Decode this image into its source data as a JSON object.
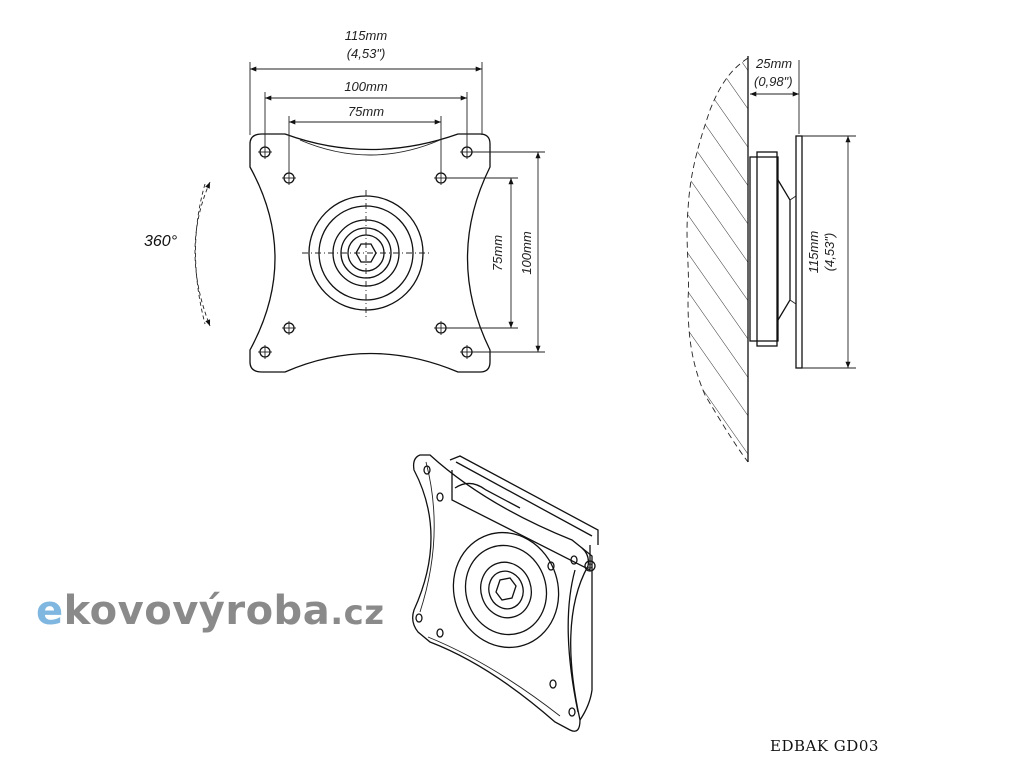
{
  "front_view": {
    "dim_width_outer": "115mm",
    "dim_width_outer_inch": "(4,53\")",
    "dim_width_mid": "100mm",
    "dim_width_inner": "75mm",
    "dim_height_inner": "75mm",
    "dim_height_mid": "100mm",
    "rotation": "360°"
  },
  "side_view": {
    "dim_depth": "25mm",
    "dim_depth_inch": "(0,98\")",
    "dim_height": "115mm",
    "dim_height_inch": "(4,53\")"
  },
  "brand": {
    "prefix": "e",
    "name": "kovovýroba",
    "tld": ".cz",
    "accent_color": "#7fb7e0",
    "text_color": "#8a8a8a"
  },
  "model_label": "EDBAK GD03"
}
